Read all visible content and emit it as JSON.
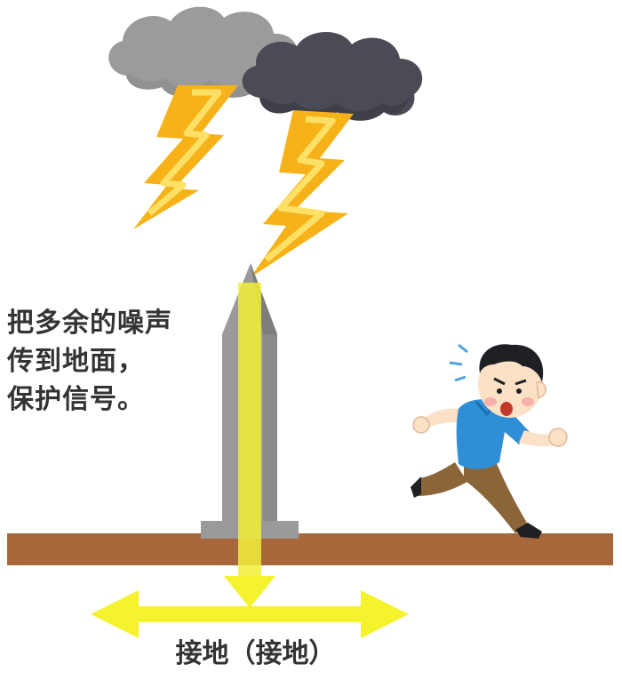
{
  "caption": {
    "line1": "把多余的噪声",
    "line2": "传到地面，",
    "line3": "保护信号。"
  },
  "ground_label": "接地（接地）",
  "colors": {
    "cloud_light": "#9b9b9b",
    "cloud_dark": "#4a4b55",
    "lightning": "#f7b21a",
    "lightning_highlight": "#fce166",
    "rod": "#9a9a9a",
    "rod_shadow": "#7d7d7d",
    "current_beam": "#f2ee3a",
    "ground": "#a8673a",
    "arrow": "#f5f22e",
    "shirt": "#2f8fd6",
    "pants": "#8a6538",
    "skin": "#fbe1c6",
    "hair": "#1f2024",
    "text": "#333333"
  },
  "icons": {
    "cloud_back": "storm-cloud-icon",
    "cloud_front": "dark-storm-cloud-icon",
    "bolt_left": "lightning-bolt-icon",
    "bolt_right": "lightning-bolt-icon",
    "rod": "lightning-rod-icon",
    "runner": "running-person-icon",
    "sweat": "sweat-drops-icon"
  }
}
